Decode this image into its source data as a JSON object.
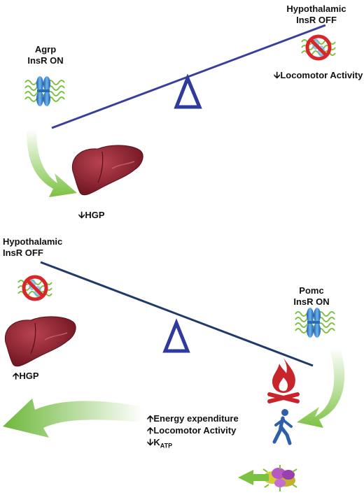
{
  "top_panel": {
    "left_label_line1": "Agrp",
    "left_label_line2": "InsR ON",
    "right_label_line1": "Hypothalamic",
    "right_label_line2": "InsR OFF",
    "right_effect": "Locomotor Activity",
    "right_effect_arrow": "down",
    "liver_label": "HGP",
    "liver_label_arrow": "down"
  },
  "bottom_panel": {
    "left_label_line1": "Hypothalamic",
    "left_label_line2": "InsR OFF",
    "right_label_line1": "Pomc",
    "right_label_line2": "InsR ON",
    "liver_label": "HGP",
    "liver_label_arrow": "up",
    "effects": [
      {
        "arrow": "up",
        "text": "Energy expenditure"
      },
      {
        "arrow": "up",
        "text": "Locomotor Activity"
      },
      {
        "arrow": "down",
        "text": "K",
        "subscript": "ATP"
      }
    ]
  },
  "colors": {
    "top_beam": "#3b3f9c",
    "bottom_beam": "#1f3a6b",
    "fulcrum": "#2f3a9c",
    "arrow_green": "#7cc242",
    "liver": "#8e1f2c",
    "receptor": "#3b8fd6",
    "no_symbol": "#d9262a",
    "fire": "#c8242b",
    "person": "#2e5fa8"
  },
  "icons": [
    "receptor-icon",
    "no-symbol-icon",
    "liver-icon",
    "fulcrum-icon",
    "fire-icon",
    "walking-person-icon",
    "neuron-icon"
  ]
}
